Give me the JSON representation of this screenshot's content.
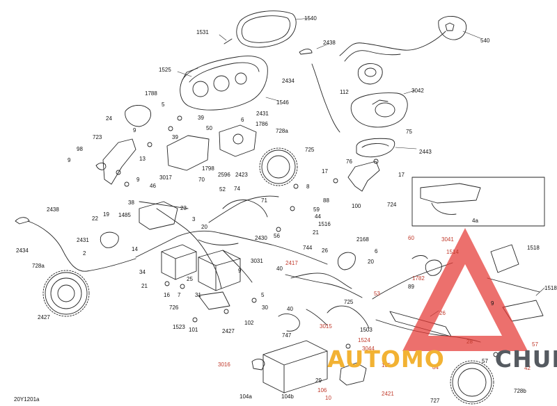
{
  "figure_code": "20Y1201a",
  "watermark": {
    "text_a": "AUTOMO",
    "text_b": "CHUB",
    "triangle_color": "#e53935",
    "accent_color": "#f2b233"
  },
  "labels": [
    "1540",
    "1531",
    "540",
    "2438",
    "1525",
    "2434",
    "112",
    "3042",
    "1546",
    "1788",
    "5",
    "39",
    "2431",
    "24",
    "9",
    "50",
    "6",
    "1786",
    "728a",
    "75",
    "723",
    "39",
    "13",
    "725",
    "2443",
    "98",
    "9",
    "1798",
    "2596",
    "2423",
    "17",
    "76",
    "17",
    "9",
    "70",
    "3017",
    "46",
    "52",
    "74",
    "8",
    "88",
    "2438",
    "38",
    "19",
    "1485",
    "23",
    "71",
    "59",
    "44",
    "1516",
    "100",
    "724",
    "22",
    "20",
    "56",
    "21",
    "2434",
    "2431",
    "2",
    "14",
    "3",
    "2430",
    "744",
    "2168",
    "60",
    "3041",
    "1514",
    "1518",
    "728a",
    "34",
    "3031",
    "26",
    "6",
    "20",
    "2417",
    "53",
    "1782",
    "89",
    "21",
    "16",
    "7",
    "25",
    "31",
    "9",
    "40",
    "5",
    "1518",
    "726",
    "30",
    "40",
    "725",
    "2427",
    "102",
    "3015",
    "1524",
    "26",
    "9",
    "1523",
    "101",
    "2427",
    "747",
    "1503",
    "3044",
    "3016",
    "105",
    "28",
    "57",
    "104a",
    "104b",
    "29",
    "106",
    "10",
    "2421",
    "84",
    "42",
    "57",
    "727",
    "728b",
    "4a"
  ]
}
